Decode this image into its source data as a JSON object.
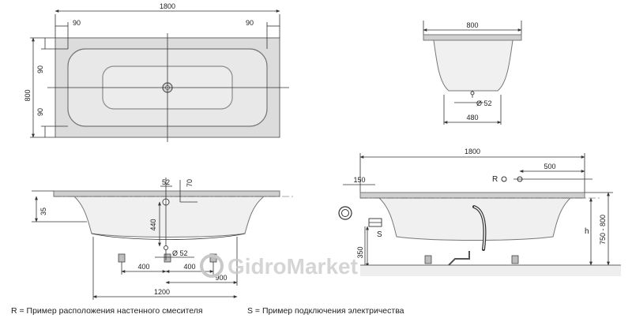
{
  "top_view": {
    "length": "1800",
    "width": "800",
    "margin_left": "90",
    "margin_right": "90",
    "margin_top": "90",
    "margin_bottom": "90"
  },
  "end_view": {
    "width_top": "800",
    "drain_label": "Ø 52",
    "base_width": "480"
  },
  "side_view": {
    "dim_52": "52",
    "dim_70": "70",
    "dim_35": "35",
    "dim_440": "440",
    "drain_label": "Ø 52",
    "dim_400_left": "400",
    "dim_400_right": "400",
    "dim_900": "900",
    "dim_1200": "1200"
  },
  "install_view": {
    "length": "1800",
    "r_label": "R",
    "dim_500": "500",
    "dim_150": "150",
    "s_label": "S",
    "dim_350": "350",
    "h_label": "h",
    "height_range": "750 - 800"
  },
  "watermark": "GidroMarket",
  "notes": {
    "r_note": "R = Пример расположения настенного смесителя",
    "s_note": "S = Пример подключения электричества"
  }
}
